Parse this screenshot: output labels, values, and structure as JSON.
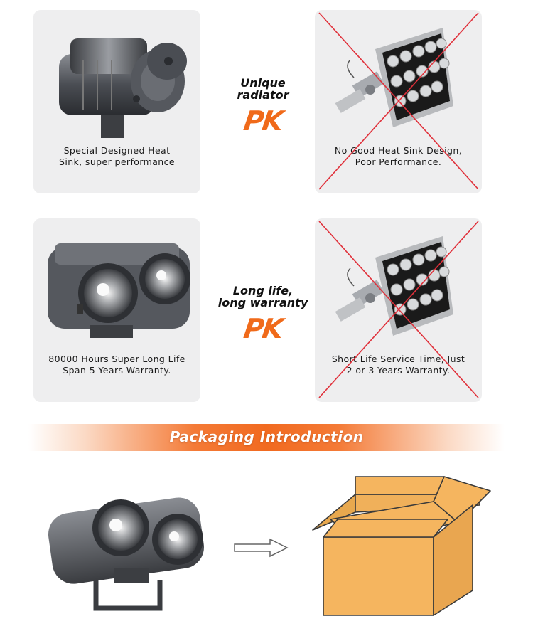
{
  "comparisons": [
    {
      "good_caption_line1": "Special Designed Heat",
      "good_caption_line2": "Sink, super performance",
      "title_line1": "Unique",
      "title_line2": "radiator",
      "brand": "PK",
      "bad_caption_line1": "No Good Heat Sink Design,",
      "bad_caption_line2": "Poor Performance."
    },
    {
      "good_caption_line1": "80000 Hours Super Long Life",
      "good_caption_line2": "Span 5 Years Warranty.",
      "title_line1": "Long life,",
      "title_line2": "long warranty",
      "brand": "PK",
      "bad_caption_line1": "Short Life Service Time, Just",
      "bad_caption_line2": "2 or 3 Years Warranty."
    }
  ],
  "packaging": {
    "title": "Packaging Introduction"
  },
  "colors": {
    "brand_orange": "#f06a1a",
    "cross_red": "#e0303a",
    "box_fill": "#f5b55f",
    "card_bg": "#eeeeef"
  },
  "icons": [
    "heat-sink-light-icon",
    "flood-light-icon",
    "cross-mark-icon",
    "dual-led-light-icon",
    "arrow-right-icon",
    "cardboard-box-icon"
  ]
}
